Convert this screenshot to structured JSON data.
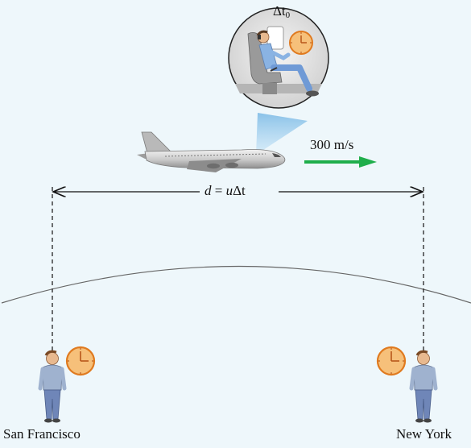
{
  "airplane": {
    "speed_label": "300 m/s",
    "arrow_color": "#1fae4b"
  },
  "inset": {
    "proper_time_symbol": "Δt",
    "proper_time_subscript": "0"
  },
  "distance": {
    "symbol": "d",
    "equals": " = ",
    "speed_symbol": "u",
    "time_symbol": "Δt"
  },
  "observers": {
    "left_city": "San Francisco",
    "right_city": "New York"
  },
  "colors": {
    "background": "#eef7fb",
    "clock_face": "#f6c07a",
    "clock_rim": "#e07a1f",
    "shirt": "#9fb2cf",
    "jeans": "#6f86b8",
    "light_beam": "#a9d4f0"
  }
}
